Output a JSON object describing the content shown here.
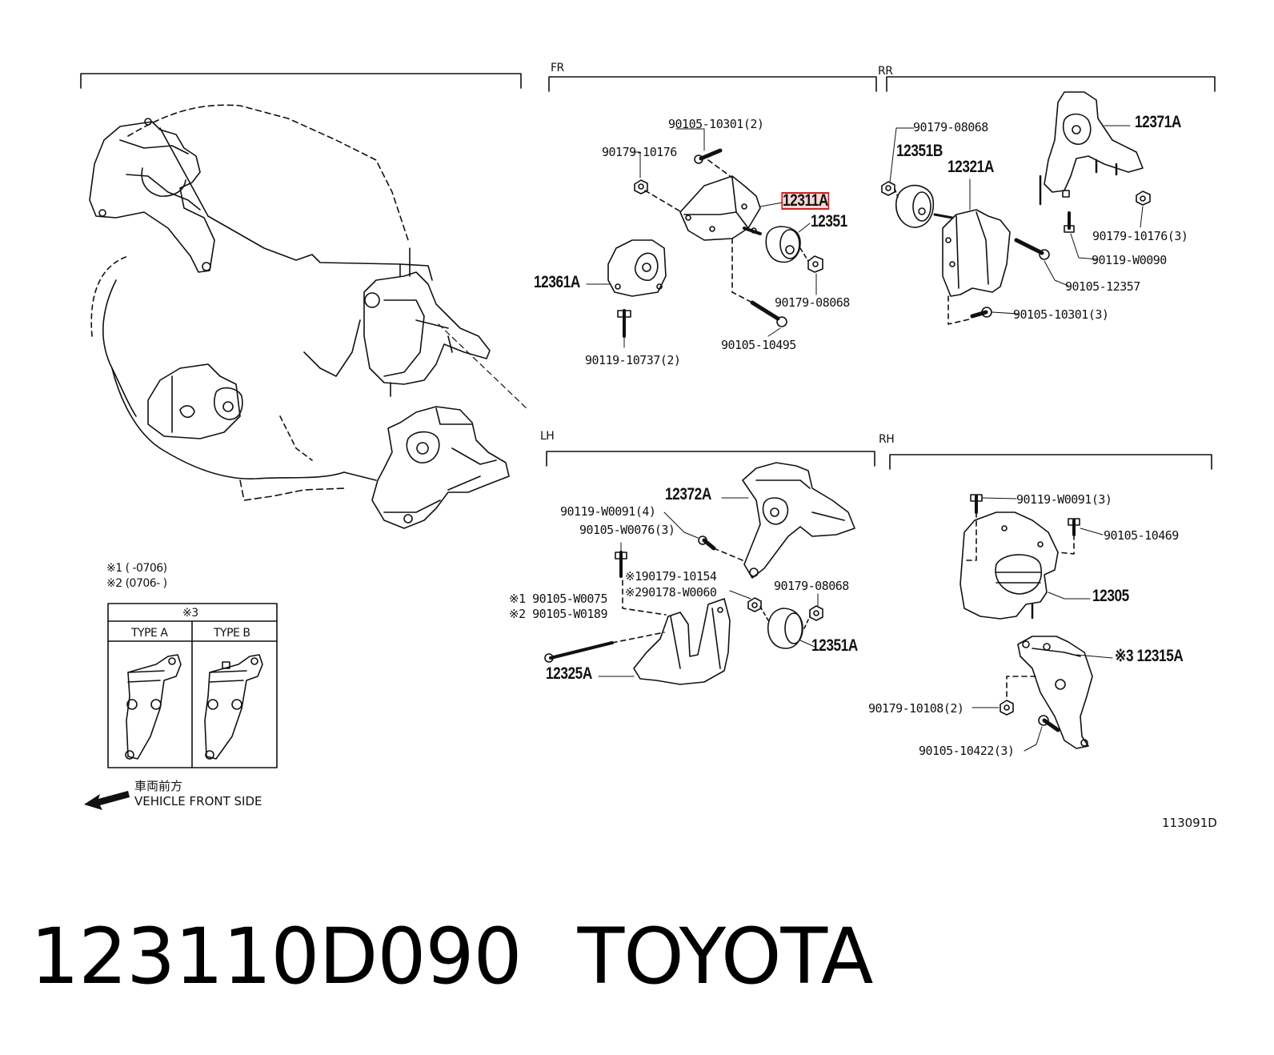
{
  "sections": {
    "fr": "FR",
    "rr": "RR",
    "lh": "LH",
    "rh": "RH"
  },
  "labels": {
    "l_90105_10301_2": "90105-10301(2)",
    "l_90179_10176": "90179-10176",
    "l_12311A": "12311A",
    "l_12351": "12351",
    "l_12361A": "12361A",
    "l_90179_08068_fr": "90179-08068",
    "l_90105_10495": "90105-10495",
    "l_90119_10737_2": "90119-10737(2)",
    "l_90179_08068_rr": "90179-08068",
    "l_12371A": "12371A",
    "l_12351B": "12351B",
    "l_12321A": "12321A",
    "l_90179_10176_3": "90179-10176(3)",
    "l_90119_W0090": "90119-W0090",
    "l_90105_12357": "90105-12357",
    "l_90105_10301_3": "90105-10301(3)",
    "l_12372A": "12372A",
    "l_90119_W0091_4": "90119-W0091(4)",
    "l_90105_W0076_3": "90105-W0076(3)",
    "l_x1_90179_10154": "※190179-10154",
    "l_x2_90178_W0060": "※290178-W0060",
    "l_x1_90105_W0075": "※1 90105-W0075",
    "l_x2_90105_W0189": "※2 90105-W0189",
    "l_90179_08068_lh": "90179-08068",
    "l_12351A": "12351A",
    "l_12325A": "12325A",
    "l_90119_W0091_3": "90119-W0091(3)",
    "l_90105_10469": "90105-10469",
    "l_12305": "12305",
    "l_x3_12315A": "※3 12315A",
    "l_90179_10108_2": "90179-10108(2)",
    "l_90105_10422_3": "90105-10422(3)"
  },
  "notes": {
    "n1": "※1 (      -0706)",
    "n2": "※2 (0706-      )",
    "table_header": "※3",
    "type_a": "TYPE A",
    "type_b": "TYPE B"
  },
  "vehicle_front_jp": "車両前方",
  "vehicle_front_en": "VEHICLE FRONT SIDE",
  "drawing_code": "113091D",
  "footer": {
    "part_number": "123110D090",
    "brand": "TOYOTA"
  },
  "colors": {
    "highlight": "#d62020",
    "ink": "#111111"
  }
}
